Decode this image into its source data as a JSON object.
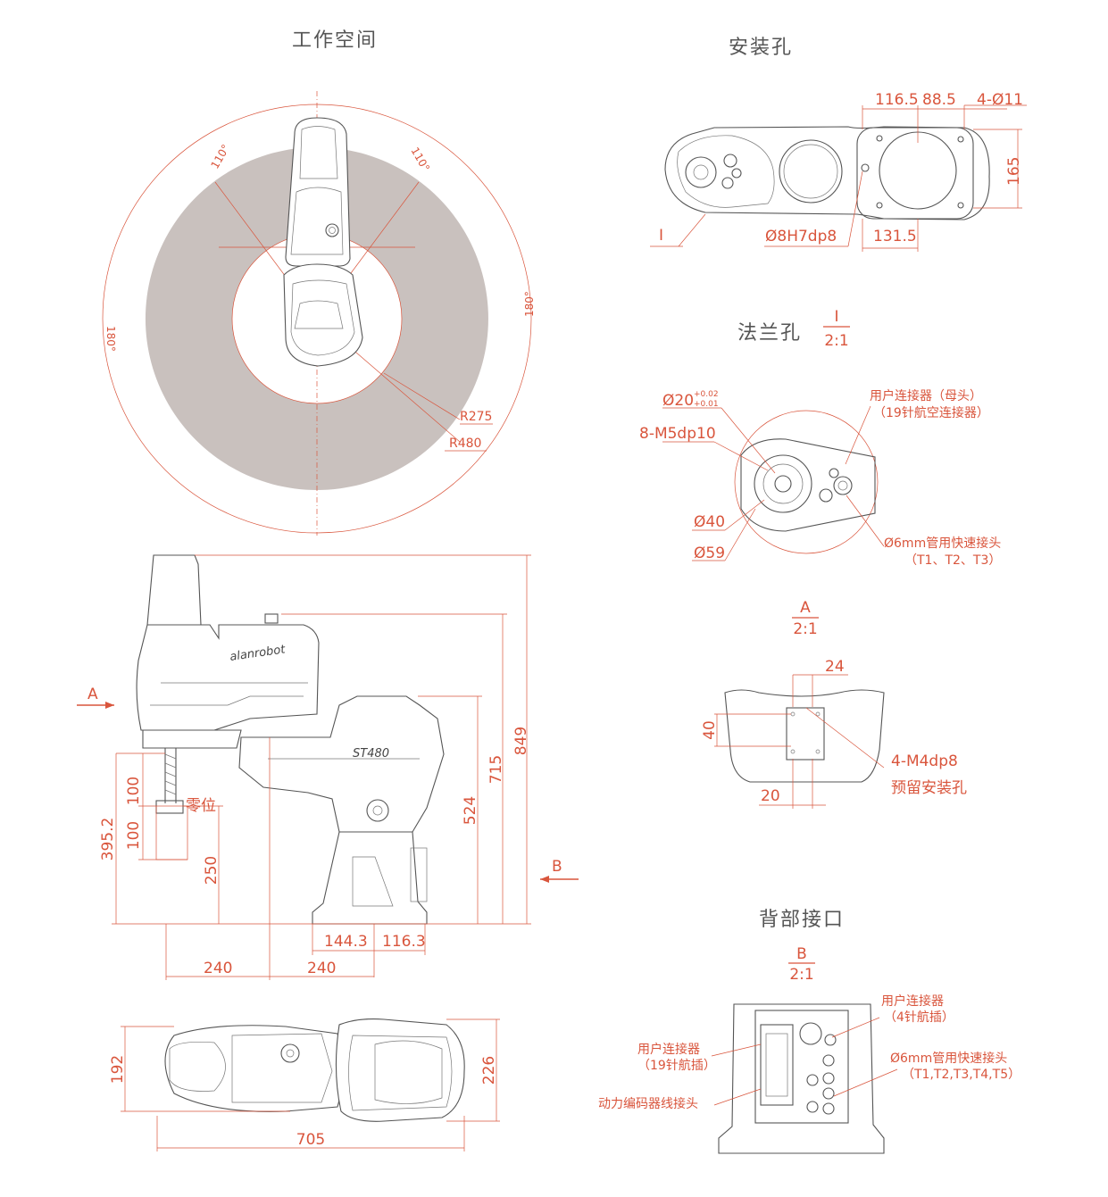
{
  "titles": {
    "workspace": "工作空间",
    "mounting_holes": "安装孔",
    "flange_holes": "法兰孔",
    "back_interface": "背部接口"
  },
  "colors": {
    "dimension": "#d9553c",
    "outline": "#555555",
    "workspace_fill": "#c9c1be"
  },
  "workspace": {
    "angles": [
      "110°",
      "110°",
      "180°",
      "180°"
    ],
    "radii": [
      "R275",
      "R480"
    ]
  },
  "mounting": {
    "dims": [
      "116.5",
      "88.5",
      "4-Ø11",
      "165",
      "131.5",
      "Ø8H7dp8",
      "I"
    ]
  },
  "flange": {
    "section_label": "I",
    "scale": "2:1",
    "diameter_main": "Ø20",
    "tol_upper": "+0.02",
    "tol_lower": "+0.01",
    "thread": "8-M5dp10",
    "d40": "Ø40",
    "d59": "Ø59",
    "user_conn_line1": "用户连接器（母头）",
    "user_conn_line2": "（19针航空连接器）",
    "quick_line1": "Ø6mm管用快速接头",
    "quick_line2": "（T1、T2、T3）"
  },
  "view_a": {
    "label": "A",
    "scale": "2:1",
    "dim_24": "24",
    "dim_40": "40",
    "dim_20": "20",
    "thread": "4-M4dp8",
    "note": "预留安装孔"
  },
  "side_view": {
    "brand": "alanrobot",
    "model": "ST480",
    "arrow_a": "A",
    "arrow_b": "B",
    "zero": "零位",
    "dims": {
      "d849": "849",
      "d715": "715",
      "d524": "524",
      "d395": "395.2",
      "d100a": "100",
      "d100b": "100",
      "d250": "250",
      "d144": "144.3",
      "d116": "116.3",
      "d240a": "240",
      "d240b": "240"
    }
  },
  "top_view": {
    "d192": "192",
    "d226": "226",
    "d705": "705"
  },
  "back": {
    "label": "B",
    "scale": "2:1",
    "user4_line1": "用户连接器",
    "user4_line2": "（4针航插）",
    "user19_line1": "用户连接器",
    "user19_line2": "（19针航插）",
    "quick_line1": "Ø6mm管用快速接头",
    "quick_line2": "（T1,T2,T3,T4,T5）",
    "encoder": "动力编码器线接头"
  }
}
